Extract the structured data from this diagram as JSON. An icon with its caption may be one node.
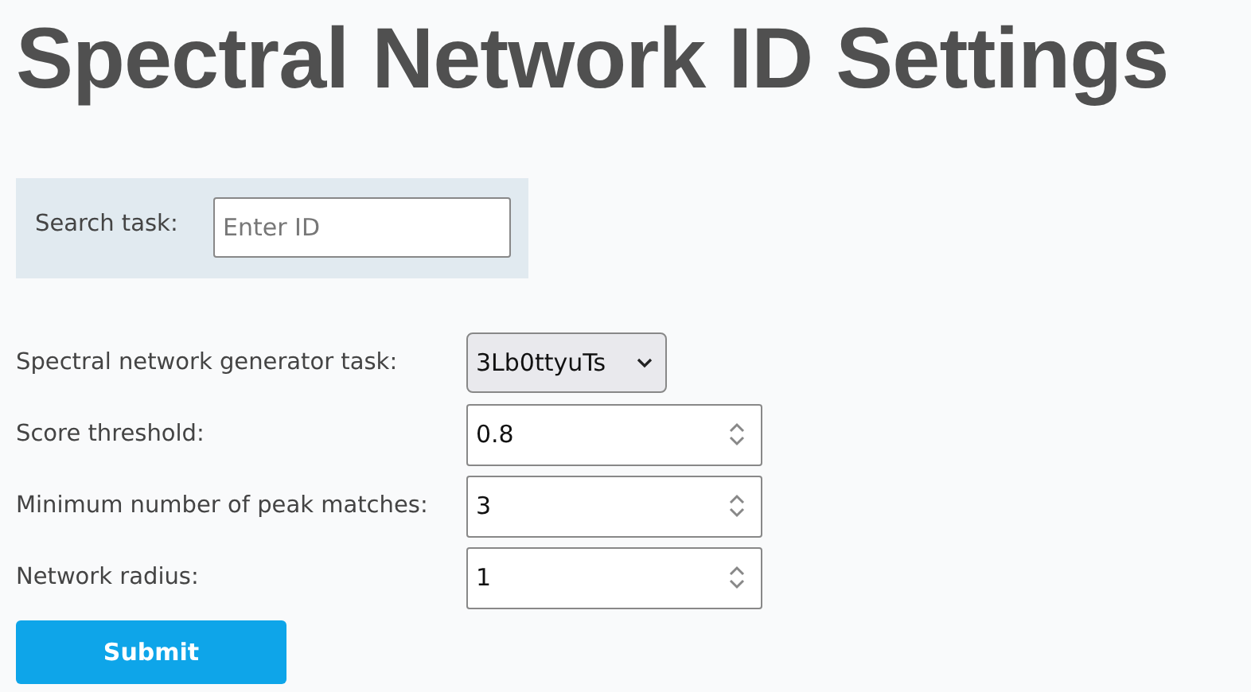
{
  "diagram": {
    "title": "Spectral Network ID Settings",
    "labels": [
      "Search task:",
      "Enter ID",
      "Spectral network generator task:",
      "3Lb0ttyuTs",
      "Score threshold:",
      "0.8",
      "Minimum number of peak matches:",
      "3",
      "Network radius:",
      "1",
      "Submit"
    ]
  }
}
